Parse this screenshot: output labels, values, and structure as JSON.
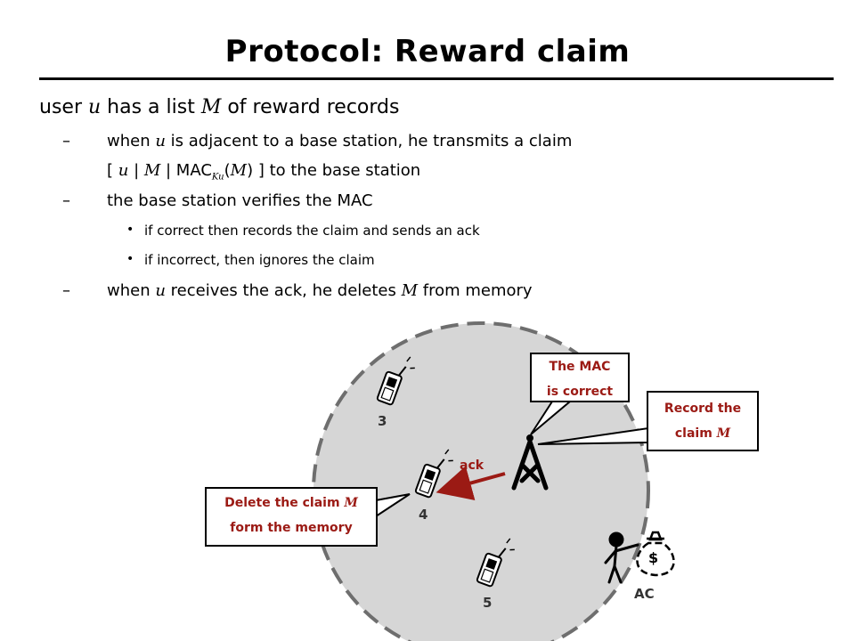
{
  "slide": {
    "title": "Protocol: Reward claim",
    "line1_text": "user ",
    "line1_u": "u",
    "line1_mid": " has a list ",
    "line1_M": "M",
    "line1_end": " of reward records",
    "dash_glyph": "–",
    "bullet_glyph": "•",
    "sub1_a": "when ",
    "sub1_u": "u",
    "sub1_b": " is adjacent to a base station, he transmits a claim",
    "sub1_line2_a": "[ ",
    "sub1_line2_u": "u",
    "sub1_line2_b": " | ",
    "sub1_line2_M": "M",
    "sub1_line2_c": " | MAC",
    "sub1_line2_sub": "Ku",
    "sub1_line2_d": "(",
    "sub1_line2_M2": "M",
    "sub1_line2_e": ") ] to the base station",
    "sub2": "the base station verifies the MAC",
    "bullet1": "if correct then records the claim and sends an ack",
    "bullet2": "if incorrect, then ignores the claim",
    "sub3_a": "when ",
    "sub3_u": "u",
    "sub3_b": " receives the ack, he deletes ",
    "sub3_M": "M",
    "sub3_c": " from memory"
  },
  "diagram": {
    "callout_mac_l1": "The MAC",
    "callout_mac_l2": "is correct",
    "callout_record_l1": "Record the",
    "callout_record_l2a": "claim ",
    "callout_record_l2b": "M",
    "callout_delete_l1a": "Delete the claim ",
    "callout_delete_l1b": "M",
    "callout_delete_l2": "form the memory",
    "ack_label": "ack",
    "phone_labels": [
      "3",
      "4",
      "5"
    ],
    "ac_label": "AC",
    "money_symbol": "$",
    "colors": {
      "accent": "#9b1a14",
      "circle_fill": "#d6d6d6",
      "circle_stroke": "#6e6e6e"
    },
    "icons": [
      "mobile-phone-icon",
      "base-station-antenna-icon",
      "person-icon",
      "money-bag-icon"
    ]
  }
}
